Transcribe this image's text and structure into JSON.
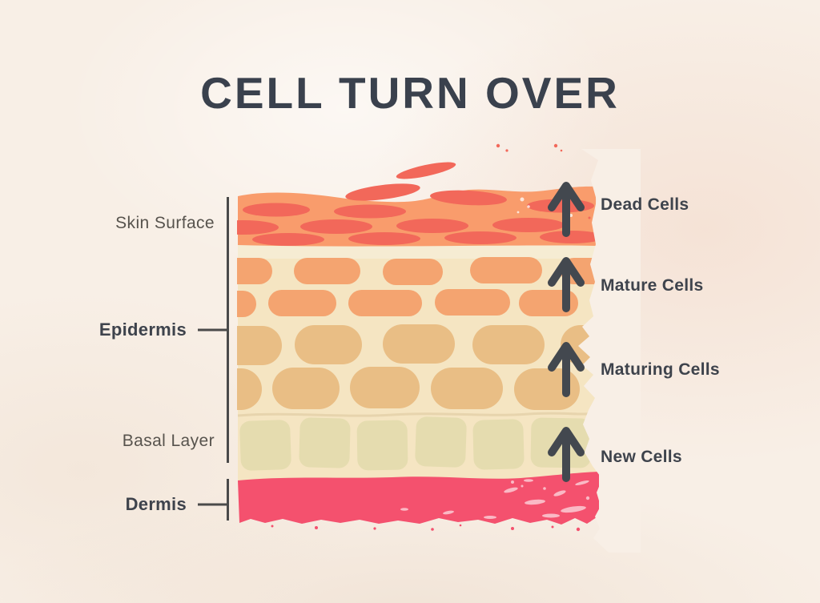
{
  "title": "CELL TURN OVER",
  "diagram": {
    "left_labels": [
      {
        "id": "skin-surface",
        "text": "Skin Surface",
        "emphasis": false
      },
      {
        "id": "epidermis",
        "text": "Epidermis",
        "emphasis": true
      },
      {
        "id": "basal-layer",
        "text": "Basal Layer",
        "emphasis": false
      },
      {
        "id": "dermis",
        "text": "Dermis",
        "emphasis": true
      }
    ],
    "right_labels": [
      {
        "id": "dead-cells",
        "text": "Dead Cells"
      },
      {
        "id": "mature-cells",
        "text": "Mature Cells"
      },
      {
        "id": "maturing-cells",
        "text": "Maturing Cells"
      },
      {
        "id": "new-cells",
        "text": "New Cells"
      }
    ],
    "arrow_direction": "up"
  },
  "palette": {
    "background": "#F8EFE6",
    "title_text": "#3A414D",
    "label_bold_text": "#3E434C",
    "label_light_text": "#57534D",
    "bracket_line": "#4A4A4A",
    "arrow": "#43484F",
    "surface_orange": "#F99C6C",
    "dead_cell_red": "#F2685A",
    "epidermis_cream": "#F5E5C2",
    "epidermis_cream_light": "#F6ECD3",
    "mature_cell_orange": "#F4A470",
    "maturing_cell_tan": "#E9BE85",
    "basal_cell_khaki": "#E5DCAF",
    "divider_line": "#E3CFA7",
    "dermis_pink": "#F4516E",
    "texture_white": "#FFFFFF"
  }
}
